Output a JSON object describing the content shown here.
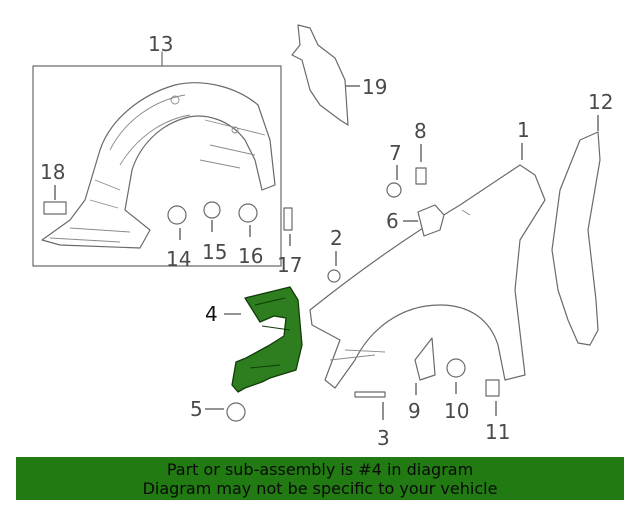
{
  "callouts": {
    "n1": "1",
    "n2": "2",
    "n3": "3",
    "n4": "4",
    "n5": "5",
    "n6": "6",
    "n7": "7",
    "n8": "8",
    "n9": "9",
    "n10": "10",
    "n11": "11",
    "n12": "12",
    "n13": "13",
    "n14": "14",
    "n15": "15",
    "n16": "16",
    "n17": "17",
    "n18": "18",
    "n19": "19"
  },
  "highlighted_part": "4",
  "colors": {
    "highlight": "#2e7d1e",
    "banner": "#217a12"
  },
  "banner": {
    "line1": "Part or sub-assembly is #4 in diagram",
    "line2": "Diagram may not be specific to your vehicle"
  }
}
